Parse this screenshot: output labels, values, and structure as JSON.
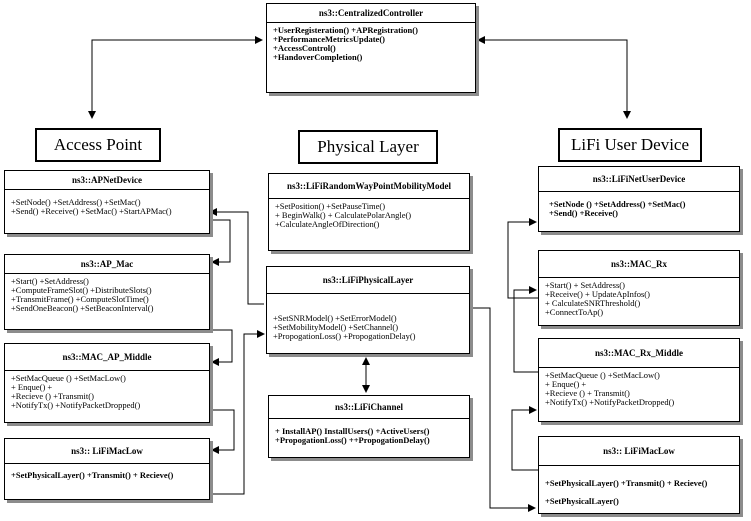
{
  "headers": {
    "access_point": "Access Point",
    "physical_layer": "Physical Layer",
    "lifi_user_device": "LiFi User Device"
  },
  "controller": {
    "title": "ns3::CentralizedController",
    "lines": [
      "+UserRegisteration() +APRegistration()",
      "+PerformanceMetricsUpdate()",
      "+AccessControl()",
      "+HandoverCompletion()"
    ]
  },
  "ap_net_device": {
    "title": "ns3::APNetDevice",
    "lines": [
      "+SetNode() +SetAddress() +SetMac()",
      "+Send() +Receive()  +SetMac() +StartAPMac()"
    ]
  },
  "ap_mac": {
    "title": "ns3::AP_Mac",
    "lines": [
      "+Start() +SetAddress()",
      "+ComputeFrameSlot() +DistributeSlots()",
      "+TransmitFrame() +ComputeSlotTime()",
      "+SendOneBeacon() +SetBeaconInterval()"
    ]
  },
  "mac_ap_middle": {
    "title": "ns3::MAC_AP_Middle",
    "lines": [
      "+SetMacQueue () +SetMacLow()",
      "+ Enque() +",
      "+Recieve () +Transmit()",
      "+NotifyTx() +NotifyPacketDropped()"
    ]
  },
  "ap_lifi_mac_low": {
    "title": "ns3:: LiFiMacLow",
    "lines": [
      "+SetPhysicalLayer() +Transmit() + Recieve()"
    ]
  },
  "mobility_model": {
    "title": "ns3::LiFiRandomWayPointMobilityModel",
    "lines": [
      "+SetPosition() +SetPauseTime()",
      "+ BeginWalk() + CalculatePolarAngle()",
      "+CalculateAngleOfDirection()"
    ]
  },
  "physical_layer": {
    "title": "ns3::LiFiPhysicalLayer",
    "lines": [
      "+SetSNRModel() +SetErrorModel()",
      "+SetMobilityModel() +SetChannel()",
      "+PropogationLoss() +PropogationDelay()"
    ]
  },
  "channel": {
    "title": "ns3::LiFiChannel",
    "lines": [
      "+ InstallAP() InstallUsers() +ActiveUsers()",
      "+PropogationLoss() ++PropogationDelay()"
    ]
  },
  "net_user_device": {
    "title": "ns3::LiFiNetUserDevice",
    "lines": [
      "+SetNode () +SetAddress() +SetMac()",
      "+Send() +Receive()"
    ]
  },
  "mac_rx": {
    "title": "ns3::MAC_Rx",
    "lines": [
      "+Start()  + SetAddress()",
      "+Receive()  + UpdateApInfos()",
      "+ CalculateSNRThreshold()",
      "+ConnectToAp()"
    ]
  },
  "mac_rx_middle": {
    "title": "ns3::MAC_Rx_Middle",
    "lines": [
      "+SetMacQueue () +SetMacLow()",
      "+ Enque() +",
      "+Recieve () + Transmit()",
      "+NotifyTx() +NotifyPacketDropped()"
    ]
  },
  "user_lifi_mac_low": {
    "title": "ns3:: LiFiMacLow",
    "lines": [
      "+SetPhysicalLayer() +Transmit() + Recieve()",
      "+SetPhysicalLayer()"
    ]
  }
}
